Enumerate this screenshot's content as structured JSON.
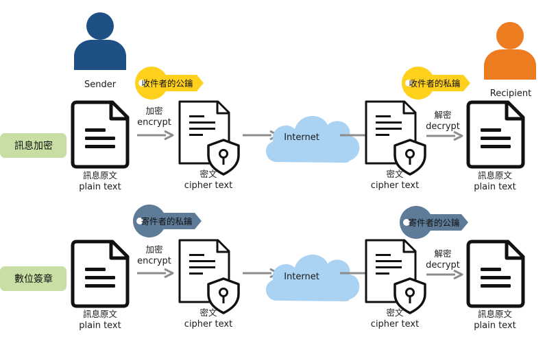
{
  "colors": {
    "sender": "#1e4f85",
    "recipient": "#ec7c1f",
    "key_yellow": "#ffd01c",
    "key_slate": "#5e7b97",
    "cloud": "#a9d2f3",
    "section_bg": "#c7dfa4",
    "arrow": "#8c8c8c",
    "doc_stroke": "#111111"
  },
  "people": {
    "sender": {
      "label": "Sender",
      "icon": "person-icon"
    },
    "recipient": {
      "label": "Recipient",
      "icon": "person-icon"
    }
  },
  "rows": [
    {
      "section": "訊息加密",
      "key_left": {
        "label": "收件者的公鑰",
        "color": "yellow"
      },
      "key_right": {
        "label": "收件者的私鑰",
        "color": "yellow"
      },
      "doc_left": {
        "line1": "訊息原文",
        "line2": "plain text"
      },
      "action_left": {
        "line1": "加密",
        "line2": "encrypt"
      },
      "cipher_left": {
        "line1": "密文",
        "line2": "cipher text"
      },
      "cloud": "Internet",
      "cipher_right": {
        "line1": "密文",
        "line2": "cipher text"
      },
      "action_right": {
        "line1": "解密",
        "line2": "decrypt"
      },
      "doc_right": {
        "line1": "訊息原文",
        "line2": "plain text"
      }
    },
    {
      "section": "數位簽章",
      "key_left": {
        "label": "寄件者的私鑰",
        "color": "slate"
      },
      "key_right": {
        "label": "寄件者的公鑰",
        "color": "slate"
      },
      "doc_left": {
        "line1": "訊息原文",
        "line2": "plain text"
      },
      "action_left": {
        "line1": "加密",
        "line2": "encrypt"
      },
      "cipher_left": {
        "line1": "密文",
        "line2": "cipher text"
      },
      "cloud": "Internet",
      "cipher_right": {
        "line1": "密文",
        "line2": "cipher text"
      },
      "action_right": {
        "line1": "解密",
        "line2": "decrypt"
      },
      "doc_right": {
        "line1": "訊息原文",
        "line2": "plain text"
      }
    }
  ]
}
